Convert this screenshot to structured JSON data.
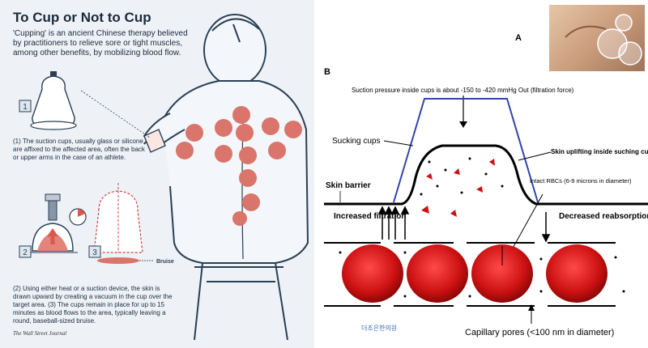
{
  "left": {
    "title": "To Cup or Not to Cup",
    "intro": "'Cupping' is an ancient Chinese therapy believed by practitioners to relieve sore or tight muscles, among other benefits, by mobilizing blood flow.",
    "step1_number": "1",
    "step2_number": "2",
    "step3_number": "3",
    "caption1": "(1) The suction cups, usually glass or silicone, are affixed to the affected area, often the back or upper arms in the case of an athlete.",
    "caption2": "(2) Using either heat or a suction device, the skin is drawn upward by creating a vacuum in the cup over the target area. (3) The cups remain in place for up to 15 minutes as blood flows to the area, typically leaving a round, baseball-sized bruise.",
    "bruise_label": "Bruise",
    "credit": "The Wall Street Journal"
  },
  "right": {
    "label_a": "A",
    "label_b": "B",
    "suction_label": "Suction pressure inside cups is about -150 to -420 mmHg Out (filtration force)",
    "sucking_cups": "Sucking cups",
    "skin_uplifting": "Skin uplifting inside suching cups",
    "skin_barrier": "Skin barrier",
    "intact_rbcs": "Intact RBCs (6-9 microns in diameter)",
    "increased_filtration": "Increased filtration",
    "decreased_reabsorption": "Decreased reabsorption",
    "capillary_pores": "Capillary pores (<100 nm in diameter)",
    "logo_text": "더조은한의원"
  },
  "colors": {
    "bg_left": "#eef2f7",
    "cup_circle": "#d9756a",
    "arrow_red": "#d9594a",
    "cup_outline_blue": "#3344aa",
    "rbc_red": "#cc1111"
  }
}
